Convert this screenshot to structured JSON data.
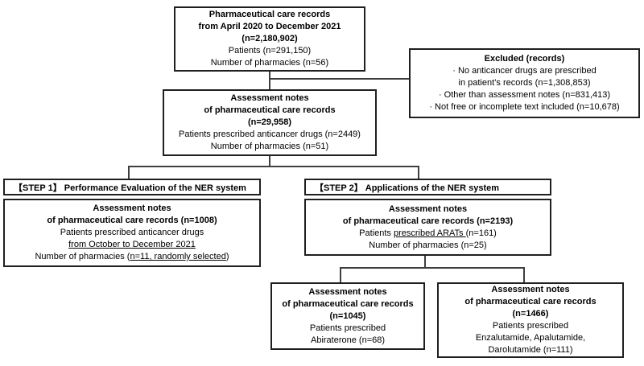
{
  "colors": {
    "box_border": "#1f1f1f",
    "connector_line": "#3f3f3f",
    "text": "#000000",
    "background": "#ffffff"
  },
  "boxes": {
    "source": {
      "l1": "Pharmaceutical care records",
      "l2": "from April 2020 to December 2021",
      "l3": "(n=2,180,902)",
      "l4": "Patients (n=291,150)",
      "l5": "Number of pharmacies (n=56)"
    },
    "excluded": {
      "title": "Excluded (records)",
      "b1": "·  No anticancer drugs are prescribed",
      "b1_cont": "in patient’s records (n=1,308,853)",
      "b2": "· Other than assessment notes (n=831,413)",
      "b3": "·  Not free or incomplete text included (n=10,678)"
    },
    "assessment": {
      "l1": "Assessment notes",
      "l2": "of pharmaceutical care records",
      "l3": "(n=29,958)",
      "l4": "Patients prescribed anticancer drugs (n=2449)",
      "l5": "Number of pharmacies (n=51)"
    },
    "step1_header": {
      "label": "【STEP 1】 Performance Evaluation of the NER system"
    },
    "step1": {
      "l1": "Assessment notes",
      "l2": "of pharmaceutical care records (n=1008)",
      "l3": "Patients prescribed anticancer drugs",
      "l4": "from October to December 2021",
      "l5_pre": "Number of pharmacies (",
      "l5_u": "n=11, randomly selected",
      "l5_post": ")"
    },
    "step2_header": {
      "label": "【STEP 2】 Applications of the NER system"
    },
    "step2": {
      "l1": "Assessment notes",
      "l2": "of pharmaceutical care records (n=2193)",
      "l3_pre": "Patients ",
      "l3_u": "prescribed ARATs ",
      "l3_post": "(n=161)",
      "l4": "Number of pharmacies (n=25)"
    },
    "abiraterone": {
      "l1": "Assessment notes",
      "l2": "of pharmaceutical care records",
      "l3": "(n=1045)",
      "l4": "Patients prescribed",
      "l5": "Abiraterone (n=68)"
    },
    "arat": {
      "l1": "Assessment notes",
      "l2": "of pharmaceutical care records",
      "l3": "(n=1466)",
      "l4": "Patients prescribed",
      "l5": "Enzalutamide, Apalutamide,",
      "l6": "Darolutamide (n=111)"
    }
  }
}
